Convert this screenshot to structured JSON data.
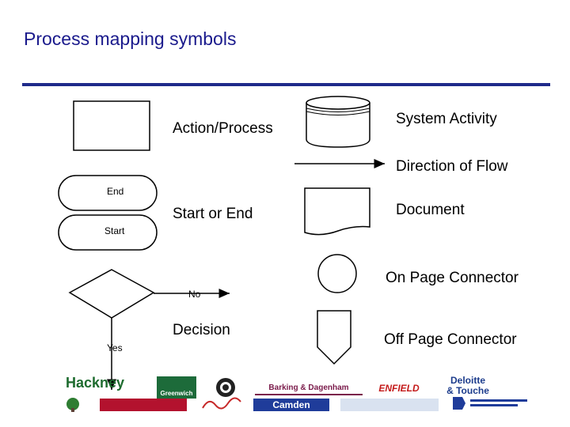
{
  "slide": {
    "title": "Process mapping symbols"
  },
  "symbols": {
    "action": "Action/Process",
    "system": "System Activity",
    "flow": "Direction of Flow",
    "startend": "Start or End",
    "document": "Document",
    "onpage": "On Page Connector",
    "decision": "Decision",
    "offpage": "Off Page Connector"
  },
  "terminators": {
    "end": "End",
    "start": "Start"
  },
  "decision_branches": {
    "no": "No",
    "yes": "Yes"
  },
  "logos": {
    "hackney": "Hackney",
    "greenwich": "Greenwich",
    "barking": "Barking & Dagenham",
    "enfield": "ENFIELD",
    "deloitte_line1": "Deloitte",
    "deloitte_line2": "& Touche",
    "camden": "Camden"
  },
  "colors": {
    "title": "#1a1a8c",
    "rule": "#1f2a8a"
  }
}
